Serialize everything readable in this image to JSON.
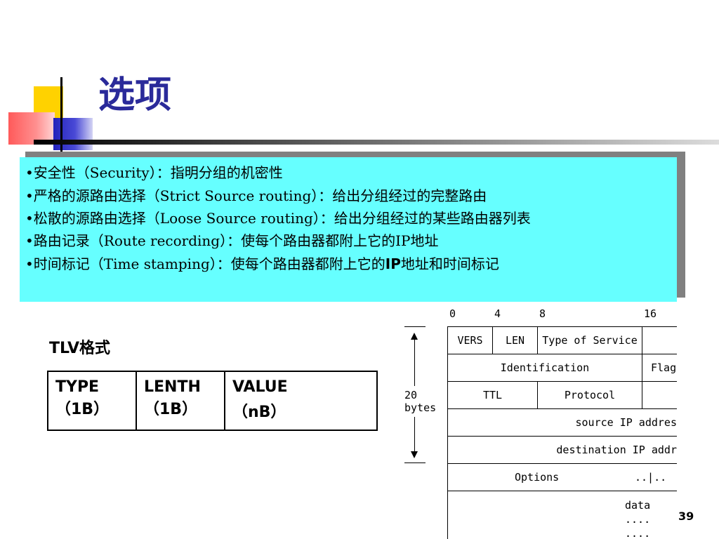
{
  "slide": {
    "title": "选项",
    "page_number": "39"
  },
  "options": {
    "items": [
      "•安全性（Security）：指明分组的机密性",
      "•严格的源路由选择（Strict Source routing）：给出分组经过的完整路由",
      "•松散的源路由选择（Loose Source routing）：给出分组经过的某些路由器列表",
      "•路由记录（Route recording）：使每个路由器都附上它的IP地址"
    ],
    "last_item": {
      "prefix": "•时间标记（Time stamping）：使每个路由器都附上它的",
      "bold": "IP",
      "suffix": "地址和时间标记"
    }
  },
  "tlv": {
    "label": "TLV格式",
    "columns": [
      {
        "name": "TYPE",
        "size": "（1B）"
      },
      {
        "name": "LENTH",
        "size": "（1B）"
      },
      {
        "name": "VALUE",
        "size": "（nB）"
      }
    ]
  },
  "ip_header": {
    "bit_ticks": [
      "0",
      "4",
      "8",
      "16"
    ],
    "size_label": "20\nbytes",
    "fields": {
      "vers": "VERS",
      "len": "LEN",
      "tos": "Type of Service",
      "identification": "Identification",
      "flags": "Flag",
      "ttl": "TTL",
      "protocol": "Protocol",
      "source_ip": "source IP addres",
      "destination_ip": "destination IP addr",
      "options": "Options",
      "padding": "..|..",
      "data": "data\n....\n...."
    }
  }
}
